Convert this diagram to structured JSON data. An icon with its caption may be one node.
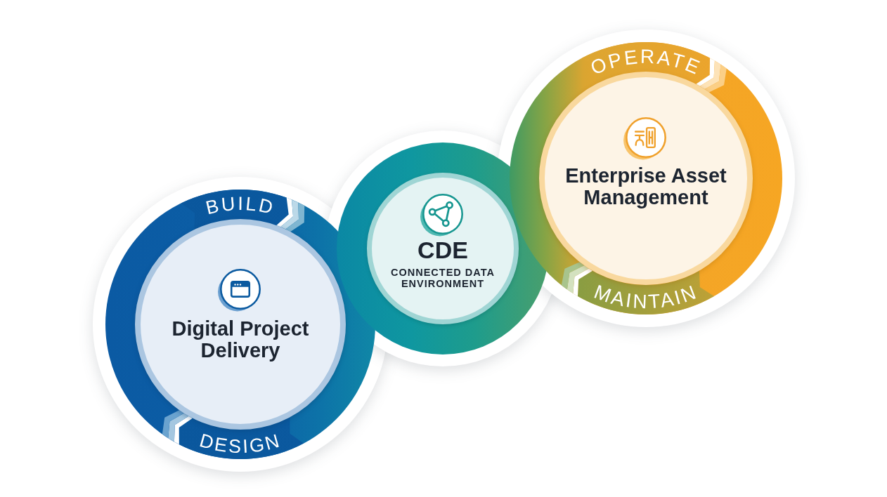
{
  "diagram": {
    "nodes": [
      {
        "text": [
          "BUILD",
          "DESIGN"
        ]
      },
      {
        "text": [
          "Digital Project Delivery"
        ],
        "in": 0
      },
      {
        "text": [],
        "shape": "circle"
      },
      {
        "text": [
          "CDE",
          "CONNECTED DATA ENVIRONMENT"
        ],
        "in": 2
      },
      {
        "text": [
          "OPERATE",
          "MAINTAIN"
        ]
      },
      {
        "text": [
          "Enterprise Asset Management"
        ],
        "in": 4
      }
    ]
  }
}
